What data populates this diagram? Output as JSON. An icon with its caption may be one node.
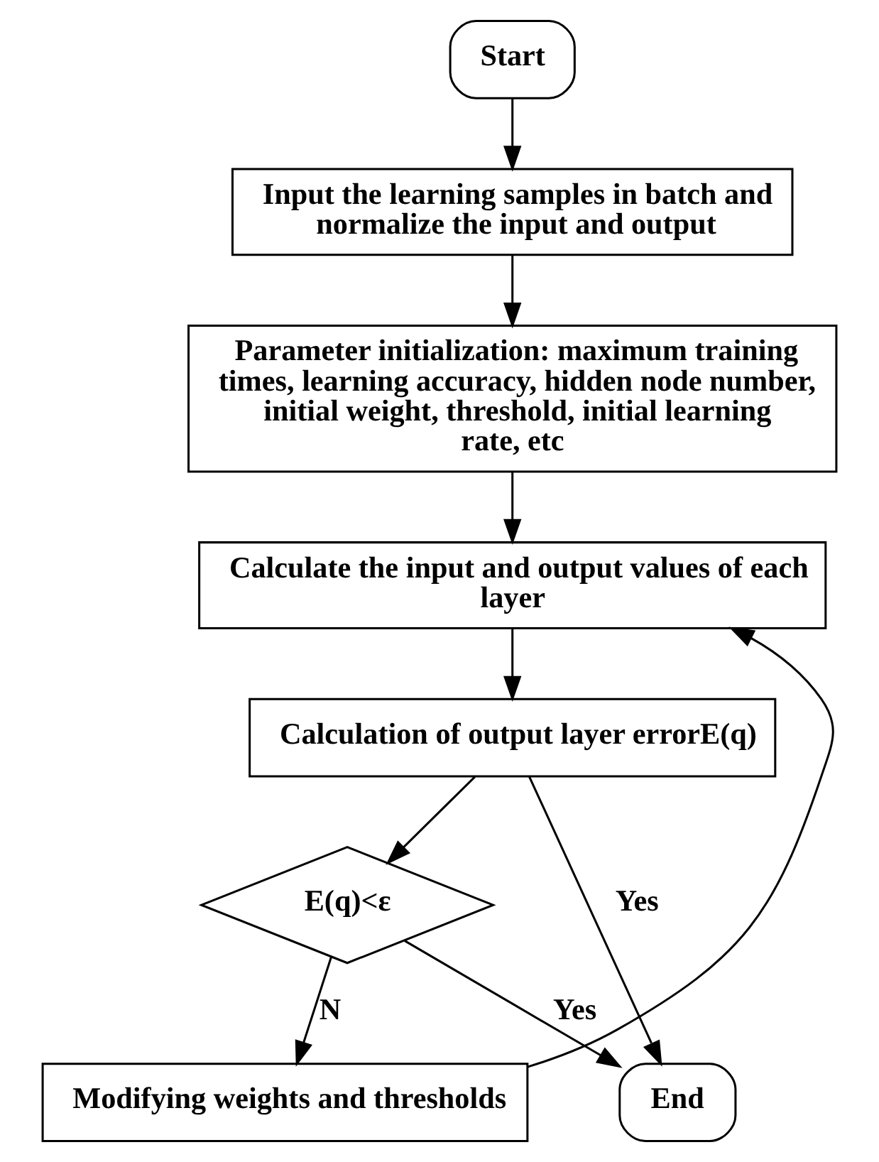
{
  "diagram": {
    "nodes": [
      {
        "text": [
          "Start"
        ]
      },
      {
        "text": [
          "Input the learning samples in batch and normalize the input and output"
        ]
      },
      {
        "text": [
          "Parameter initialization: maximum training times, learning accuracy, hidden node number, initial weight, threshold, initial learning rate, etc"
        ]
      },
      {
        "text": [
          "Calculate the input and output values of each layer"
        ]
      },
      {
        "text": [
          "Calculation of output layer errorE(q)"
        ]
      },
      {
        "text": [
          "E(q)<ε"
        ]
      },
      {
        "text": [
          "Modifying weights and thresholds"
        ]
      },
      {
        "text": [
          "End"
        ]
      }
    ],
    "edges": [
      {
        "from": 0,
        "to": 1,
        "arrow": "to"
      },
      {
        "from": 1,
        "to": 2,
        "arrow": "to"
      },
      {
        "from": 2,
        "to": 3,
        "arrow": "to"
      },
      {
        "from": 3,
        "to": 4,
        "arrow": "to"
      },
      {
        "from": 4,
        "to": 5,
        "arrow": "to"
      },
      {
        "from": 5,
        "to": 6,
        "arrow": "to",
        "label": "N"
      },
      {
        "from": 4,
        "to": 7,
        "arrow": "to",
        "label": "Yes"
      },
      {
        "from": 5,
        "to": 7,
        "arrow": "to",
        "label": "Yes"
      },
      {
        "from": 6,
        "to": 3,
        "arrow": "to"
      }
    ]
  }
}
